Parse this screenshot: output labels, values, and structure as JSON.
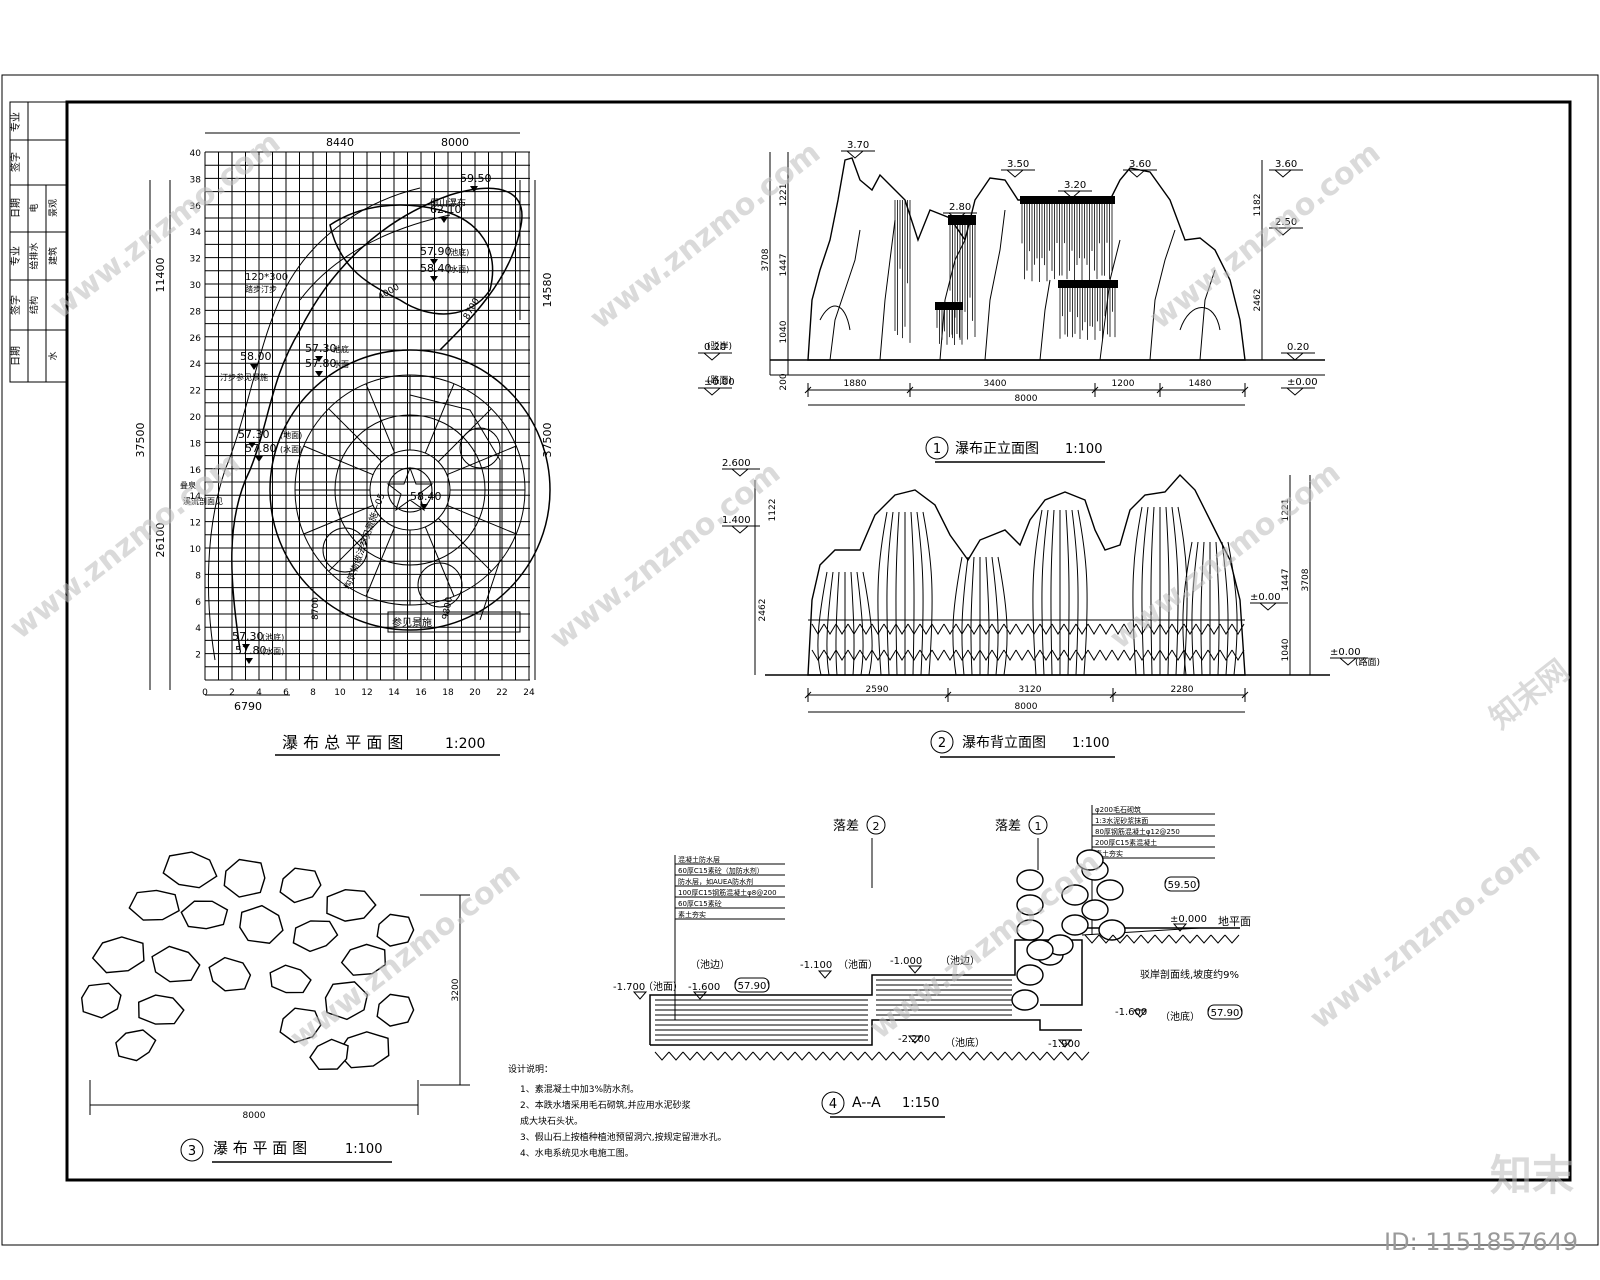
{
  "titles": {
    "plan_total": "瀑 布 总 平 面 图",
    "plan_total_scale": "1:200",
    "front_elev": "瀑布正立面图",
    "front_elev_scale": "1:100",
    "front_elev_no": "1",
    "back_elev": "瀑布背立面图",
    "back_elev_scale": "1:100",
    "back_elev_no": "2",
    "plan": "瀑 布 平 面 图",
    "plan_scale": "1:100",
    "plan_no": "3",
    "section": "A--A",
    "section_scale": "1:150",
    "section_no": "4"
  },
  "title_block": [
    "专业",
    "签字",
    "日期",
    "专业",
    "签字",
    "日期",
    "电",
    "给排水",
    "结构",
    "景观",
    "建筑",
    "水"
  ],
  "plan_total": {
    "dims_top": [
      "8440",
      "8000"
    ],
    "dims_left": [
      "11400",
      "37500",
      "26100"
    ],
    "dims_right": [
      "14580",
      "37500"
    ],
    "dim_bottom": "6790",
    "x_ticks": [
      "0",
      "2",
      "4",
      "6",
      "8",
      "10",
      "12",
      "14",
      "16",
      "18",
      "20",
      "22",
      "24"
    ],
    "y_ticks": [
      "40",
      "38",
      "36",
      "34",
      "32",
      "30",
      "28",
      "26",
      "24",
      "22",
      "20",
      "18",
      "16",
      "14",
      "12",
      "10",
      "8",
      "6",
      "4",
      "2"
    ],
    "levels": [
      "59.50",
      "62.10",
      "57.90",
      "58.40",
      "58.00",
      "57.30",
      "57.80",
      "57.30",
      "57.80",
      "57.30",
      "57.80",
      "58.40"
    ],
    "level_labels": [
      "(池底)",
      "(水面)",
      "池底",
      "水面",
      "(地面)",
      "(水面)",
      "(池底)",
      "(水面)"
    ],
    "notes": [
      "假山瀑布",
      "120*300",
      "踏步汀步",
      "汀步参见景施",
      "叠泉",
      "溪流剖面见",
      "参见景施",
      "构筑物做法参见景施一05",
      "8700",
      "9800",
      "8700",
      "4000",
      "3000"
    ]
  },
  "front_elev": {
    "levels": [
      "3.70",
      "3.50",
      "3.20",
      "3.60",
      "3.60",
      "2.80",
      "2.50",
      "0.20",
      "0.20",
      "±0.00",
      "±0.00"
    ],
    "level_notes": [
      "(驳岸)",
      "(路面)"
    ],
    "dims_left": [
      "1221",
      "3708",
      "1447",
      "1040",
      "200"
    ],
    "dims_right": [
      "1182",
      "2462"
    ],
    "dims_bottom": [
      "1880",
      "3400",
      "1200",
      "1480"
    ],
    "dim_total": "8000"
  },
  "back_elev": {
    "levels": [
      "2.600",
      "1.400",
      "±0.00",
      "±0.00"
    ],
    "level_note": "(路面)",
    "dims_left": [
      "1122",
      "2462"
    ],
    "dims_right": [
      "1221",
      "1447",
      "3708",
      "1040"
    ],
    "dims_bottom": [
      "2590",
      "3120",
      "2280"
    ],
    "dim_total": "8000"
  },
  "plan": {
    "dim_right": "3200",
    "dim_bottom": "8000"
  },
  "section": {
    "drops": [
      "落差",
      "落差"
    ],
    "drop_nos": [
      "2",
      "1"
    ],
    "layers_left": [
      "混凝土防水层",
      "60厚C15素砼（加防水剂）",
      "防水层，如AUEA防水剂",
      "100厚C15钢筋混凝土φ8@200",
      "60厚C15素砼",
      "素土夯实"
    ],
    "layers_right": [
      "φ200毛石砌筑",
      "1:3水泥砂浆抹面",
      "80厚钢筋混凝土φ12@250",
      "200厚C15素混凝土",
      "素土夯实"
    ],
    "levels": [
      "-1.700",
      "-1.600",
      "-1.100",
      "-1.000",
      "-2.200",
      "-1.600",
      "-1.900",
      "±0.000"
    ],
    "labels": [
      "（池面）",
      "（池边）",
      "（池面）",
      "（池边）",
      "（池底）",
      "（池底）",
      "地平面",
      "驳岸剖面线,坡度约9%"
    ],
    "marks": [
      "(57.90)",
      "(59.50)",
      "(57.90)"
    ],
    "notes_title": "设计说明：",
    "notes": [
      "1、素混凝土中加3%防水剂。",
      "2、本跌水墙采用毛石砌筑,并应用水泥砂浆",
      "   成大块石头状。",
      "3、假山石上按植种植池预留洞穴,按规定留泄水孔。",
      "4、水电系统见水电施工图。"
    ]
  },
  "watermark": {
    "site": "www.znzmo.com",
    "brand": "知末网",
    "logo": "知末",
    "id": "ID: 1151857649"
  }
}
